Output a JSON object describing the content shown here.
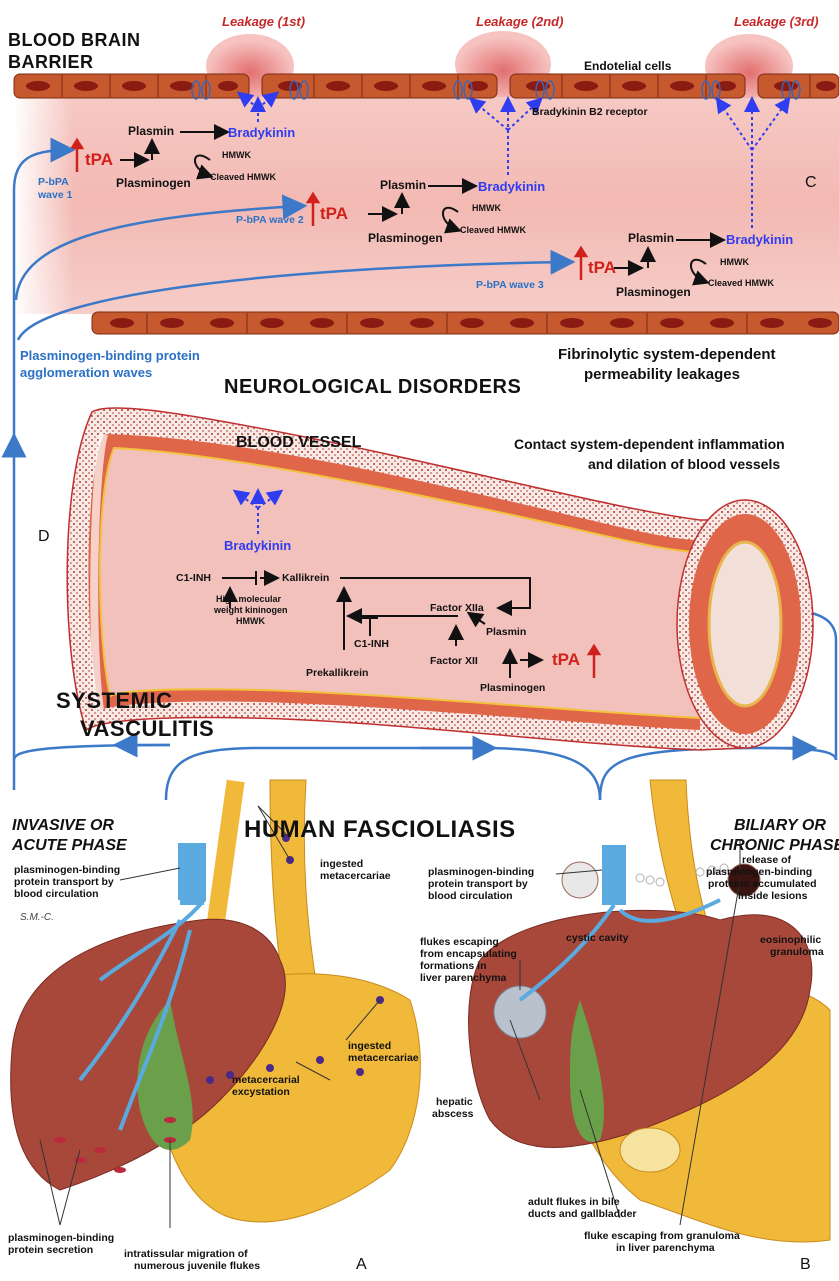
{
  "bbb": {
    "title_line1": "BLOOD BRAIN",
    "title_line2": "BARRIER",
    "leak1": "Leakage (1st)",
    "leak2": "Leakage (2nd)",
    "leak3": "Leakage (3rd)",
    "endothelial": "Endotelial cells",
    "receptor": "Bradykinin B2 receptor",
    "panel_letter": "C",
    "fibrinolytic_line1": "Fibrinolytic system-dependent",
    "fibrinolytic_line2": "permeability leakages",
    "neuro": "NEUROLOGICAL DISORDERS"
  },
  "cascade": {
    "plasmin": "Plasmin",
    "bradykinin": "Bradykinin",
    "hmwk": "HMWK",
    "cleaved": "Cleaved HMWK",
    "tpa": "tPA",
    "plasminogen": "Plasminogen"
  },
  "waves": {
    "w1_line1": "P-bPA",
    "w1_line2": "wave 1",
    "w2": "P-bPA wave 2",
    "w3": "P-bPA wave 3",
    "agglo_line1": "Plasminogen-binding protein",
    "agglo_line2": "agglomeration waves"
  },
  "vessel": {
    "title": "BLOOD VESSEL",
    "contact_line1": "Contact system-dependent inflammation",
    "contact_line2": "and dilation of blood vessels",
    "panel_letter": "D",
    "bradykinin": "Bradykinin",
    "c1inh": "C1-INH",
    "kallikrein": "Kallikrein",
    "hmwk_line1": "High molecular",
    "hmwk_line2": "weight kininogen",
    "hmwk_line3": "HMWK",
    "factor_xiia": "Factor XIIa",
    "c1inh2": "C1-INH",
    "plasmin": "Plasmin",
    "tpa": "tPA",
    "factor_xii": "Factor XII",
    "prekallikrein": "Prekallikrein",
    "plasminogen": "Plasminogen",
    "systemic_line1": "SYSTEMIC",
    "systemic_line2": "VASCULITIS"
  },
  "fasc": {
    "title": "HUMAN FASCIOLIASIS",
    "invasive_line1": "INVASIVE OR",
    "invasive_line2": "ACUTE PHASE",
    "biliary_line1": "BILIARY OR",
    "biliary_line2": "CHRONIC PHASE",
    "transport_l1": "plasminogen-binding",
    "transport_l2": "protein transport by",
    "transport_l3": "blood circulation",
    "ingested_l1": "ingested",
    "ingested_l2": "metacercariae",
    "signature": "S.M.-C.",
    "exc_l1": "metacercarial",
    "exc_l2": "excystation",
    "secretion_l1": "plasminogen-binding",
    "secretion_l2": "protein secretion",
    "migration_l1": "intratissular migration of",
    "migration_l2": "numerous juvenile flukes",
    "panel_a": "A",
    "transport_r_l1": "plasminogen-binding",
    "transport_r_l2": "protein transport by",
    "transport_r_l3": "blood circulation",
    "release_l1": "release of",
    "release_l2": "plasminogen-binding",
    "release_l3": "proteins accumulated",
    "release_l4": "inside lesions",
    "cystic": "cystic cavity",
    "escaping_l1": "flukes escaping",
    "escaping_l2": "from encapsulating",
    "escaping_l3": "formations in",
    "escaping_l4": "liver parenchyma",
    "eos_l1": "eosinophilic",
    "eos_l2": "granuloma",
    "abscess_l1": "hepatic",
    "abscess_l2": "abscess",
    "adult_l1": "adult flukes in bile",
    "adult_l2": "ducts and gallbladder",
    "granuloma_l1": "fluke escaping from granuloma",
    "granuloma_l2": "in liver parenchyma",
    "panel_b": "B"
  }
}
